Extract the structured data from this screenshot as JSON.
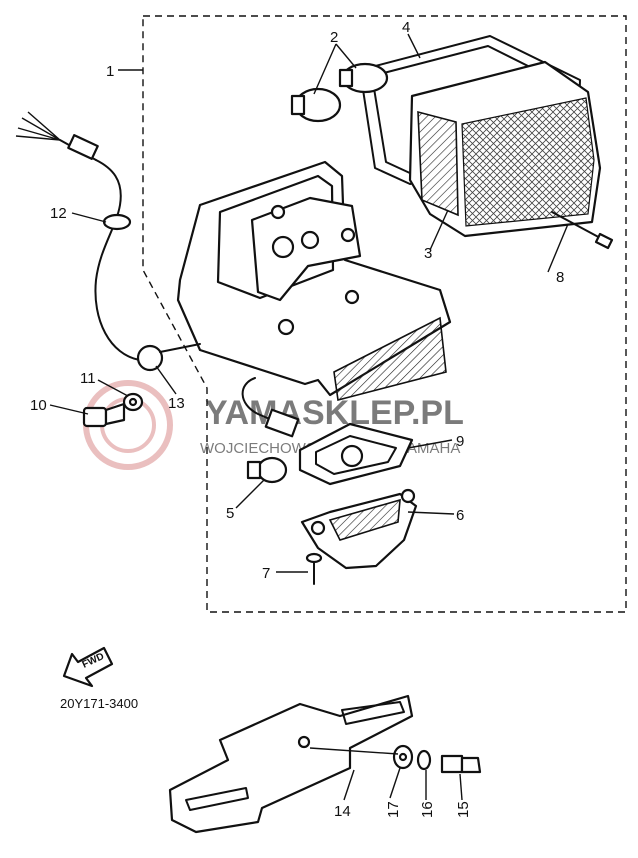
{
  "diagram": {
    "part_code": "20Y171-3400",
    "fwd_label": "FWD",
    "watermark": {
      "title": "YAMASKLEP.PL",
      "subtitle": "WOJCIECHOWSKI DEALER YAMAHA"
    },
    "callouts": [
      "1",
      "2",
      "3",
      "4",
      "5",
      "6",
      "7",
      "8",
      "9",
      "10",
      "11",
      "12",
      "13",
      "14",
      "15",
      "16",
      "17"
    ],
    "colors": {
      "line": "#111111",
      "background": "#ffffff",
      "watermark": "#d98b8b",
      "watermark_text": "#c9c9c9"
    }
  }
}
